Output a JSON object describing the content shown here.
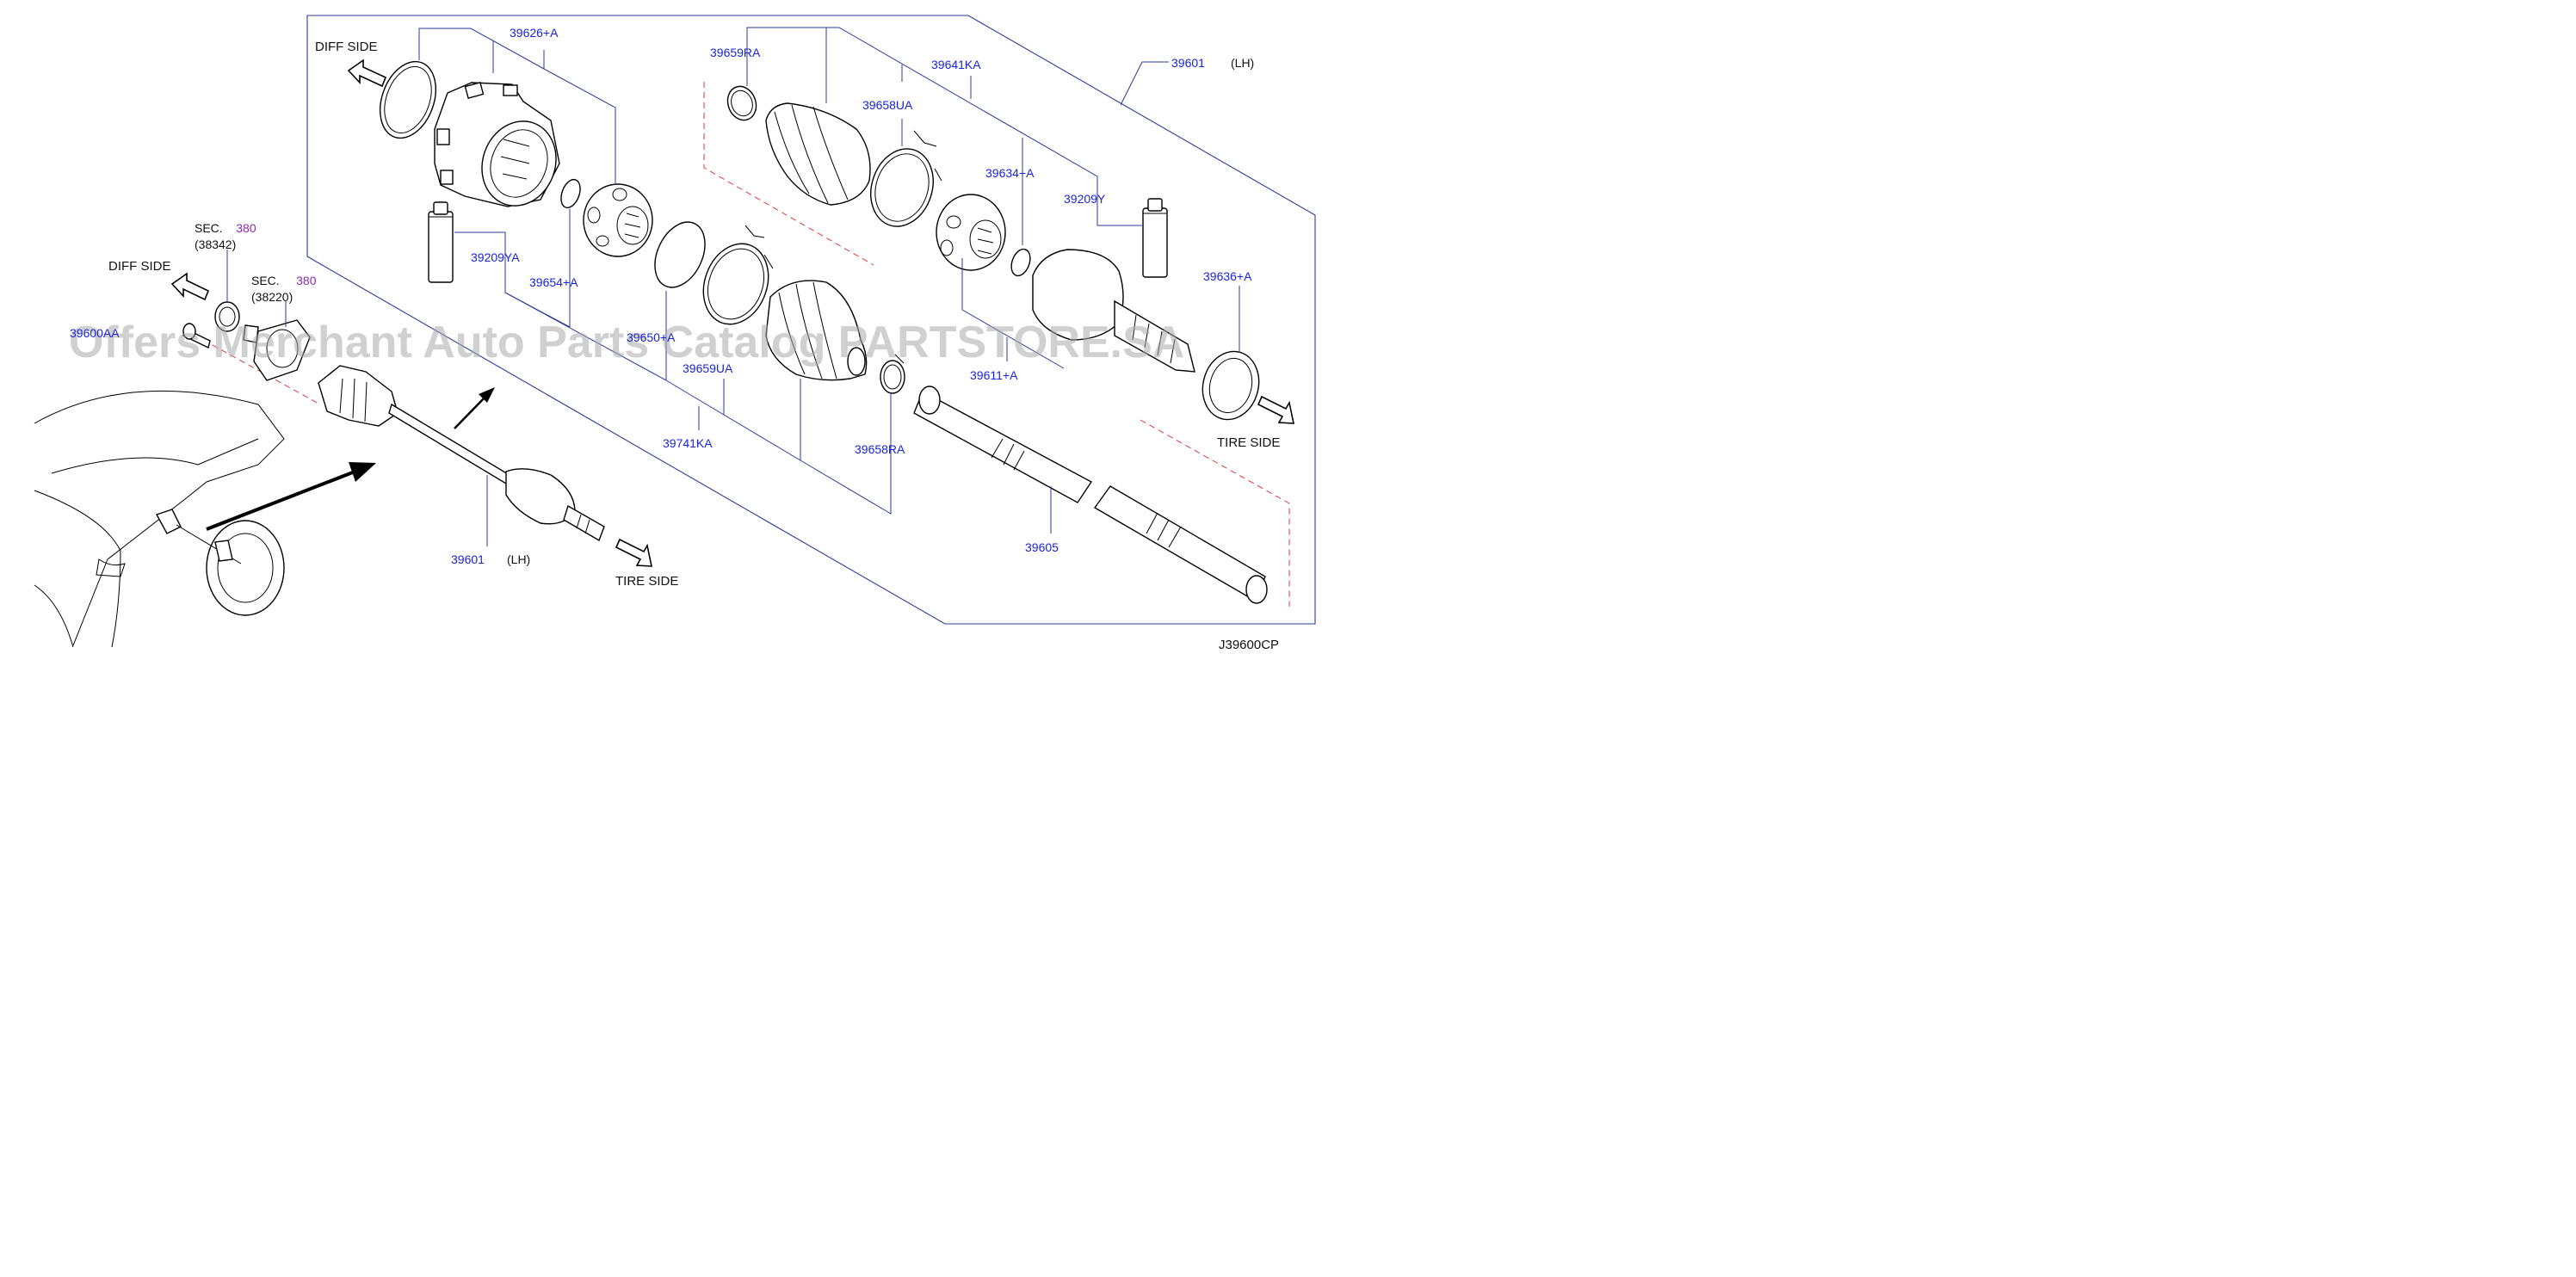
{
  "labels": {
    "p39626A": "39626+A",
    "p39659RA": "39659RA",
    "p39641KA": "39641KA",
    "p39601_top": "39601",
    "lh_top": "(LH)",
    "p39658UA": "39658UA",
    "p39634A": "39634+A",
    "p39209Y": "39209Y",
    "p39636A": "39636+A",
    "p39209YA": "39209YA",
    "p39654A": "39654+A",
    "p39600AA": "39600AA",
    "p39650A": "39650+A",
    "p39659UA": "39659UA",
    "p39611A": "39611+A",
    "p39741KA": "39741KA",
    "p39658RA": "39658RA",
    "p39605": "39605",
    "p39601_bottom": "39601",
    "lh_bottom": "(LH)",
    "diagram_code": "J39600CP"
  },
  "sides": {
    "diff_top": "DIFF   SIDE",
    "diff_left": "DIFF   SIDE",
    "tire_right": "TIRE   SIDE",
    "tire_bottom": "TIRE   SIDE"
  },
  "sections": {
    "sec1_label": "SEC.",
    "sec1_num": "380",
    "sec1_ref": "(38342)",
    "sec2_label": "SEC.",
    "sec2_num": "380",
    "sec2_ref": "(38220)"
  },
  "watermark": "Offers Merchant Auto Parts Catalog PARTSTORE.SA",
  "colors": {
    "part_number": "#1a24d8",
    "leader": "#2a3c9a",
    "section_number": "#8a2ab0",
    "dashed_boundary": "#e03a3a"
  }
}
